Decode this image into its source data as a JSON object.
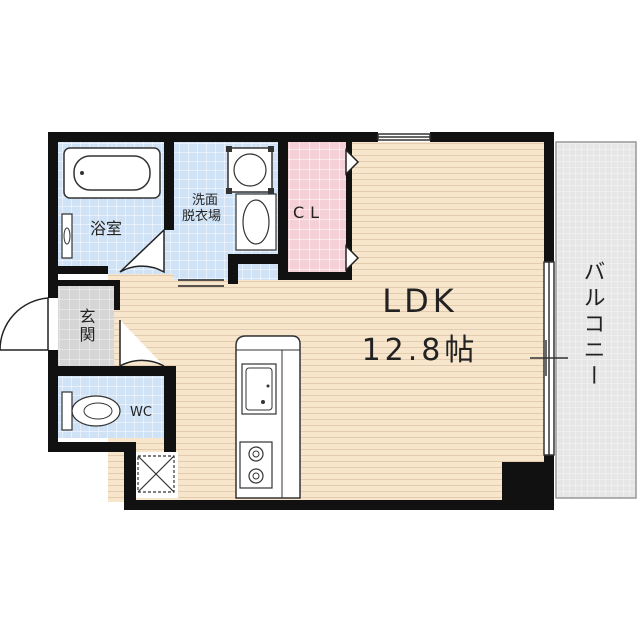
{
  "rooms": {
    "ldk_name": "LDK",
    "ldk_size": "12.8帖",
    "bath": "浴室",
    "wash_line1": "洗面",
    "wash_line2": "脱衣場",
    "closet": "CL",
    "entrance": "玄関",
    "toilet": "WC",
    "balcony": "バルコニー"
  },
  "colors": {
    "wall": "#111111",
    "floor_wood": "#f7e6cc",
    "floor_line": "#e3cbb0",
    "tile": "#cfe2f6",
    "tile_grid": "#ffffff",
    "closet": "#f5d0d6",
    "entrance": "#d6d6d6",
    "balcony": "#e6e6e6"
  },
  "icons": [
    "bathtub-icon",
    "toilet-icon",
    "sink-icon",
    "stove-icon",
    "washing-machine-icon",
    "basin-icon"
  ]
}
